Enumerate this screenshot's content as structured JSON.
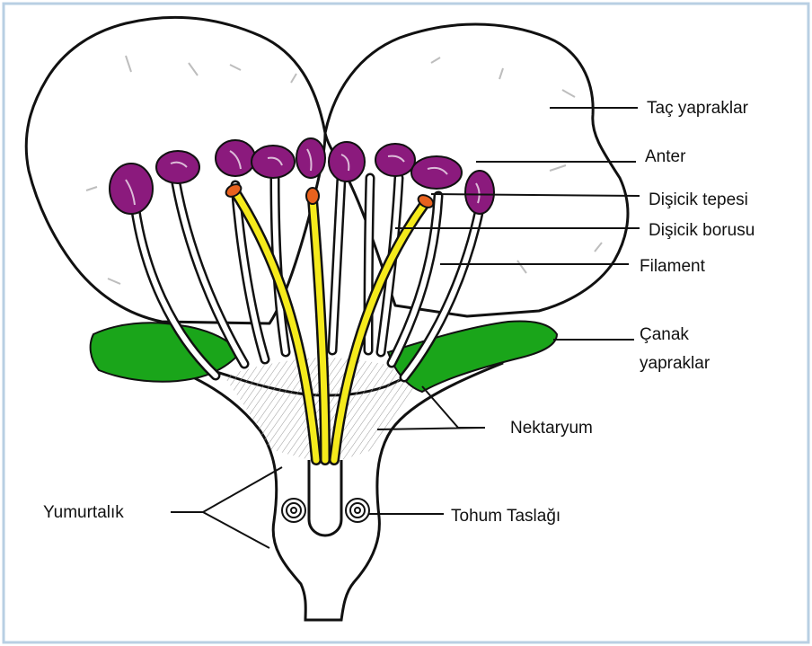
{
  "diagram": {
    "labels": {
      "petals": "Taç yapraklar",
      "anther": "Anter",
      "stigma": "Dişicik tepesi",
      "style": "Dişicik borusu",
      "filament": "Filament",
      "sepals_line1": "Çanak",
      "sepals_line2": "yapraklar",
      "nectary": "Nektaryum",
      "ovary": "Yumurtalık",
      "ovule": "Tohum Taslağı"
    },
    "colors": {
      "border": "#b8cfe3",
      "outline": "#111111",
      "petal_fill": "#ffffff",
      "anther": "#8b1a7d",
      "style": "#f5ea1c",
      "stigma": "#e8621e",
      "sepal": "#1aa51a",
      "nectary_hatch": "#9a9a9a"
    }
  }
}
